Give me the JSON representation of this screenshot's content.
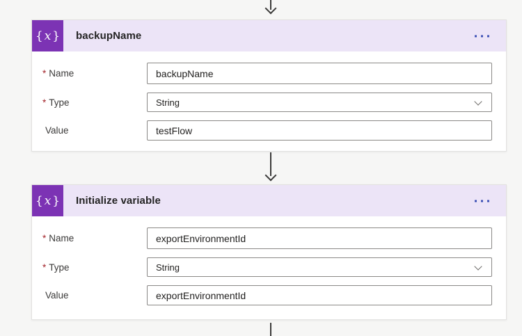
{
  "colors": {
    "canvas_bg": "#f6f6f5",
    "header_lavender": "#ece4f7",
    "icon_purple": "#7c33b4",
    "ellipsis_blue": "#3c51b5",
    "required_red": "#a4262c",
    "arrow_gray": "#3b3a39"
  },
  "icons": {
    "variable_action": "braces-x-icon",
    "card_menu": "ellipsis-icon",
    "type_dropdown": "chevron-down-icon",
    "connector": "arrow-down-icon"
  },
  "cards": [
    {
      "icon": {
        "open": "{",
        "x": "x",
        "close": "}"
      },
      "title": "backupName",
      "fields": [
        {
          "label": "Name",
          "required": "*",
          "value": "backupName"
        },
        {
          "label": "Type",
          "required": "*",
          "value": "String"
        },
        {
          "label": "Value",
          "required": "",
          "value": "testFlow"
        }
      ]
    },
    {
      "icon": {
        "open": "{",
        "x": "x",
        "close": "}"
      },
      "title": "Initialize variable",
      "fields": [
        {
          "label": "Name",
          "required": "*",
          "value": "exportEnvironmentId"
        },
        {
          "label": "Type",
          "required": "*",
          "value": "String"
        },
        {
          "label": "Value",
          "required": "",
          "value": "exportEnvironmentId"
        }
      ]
    }
  ]
}
